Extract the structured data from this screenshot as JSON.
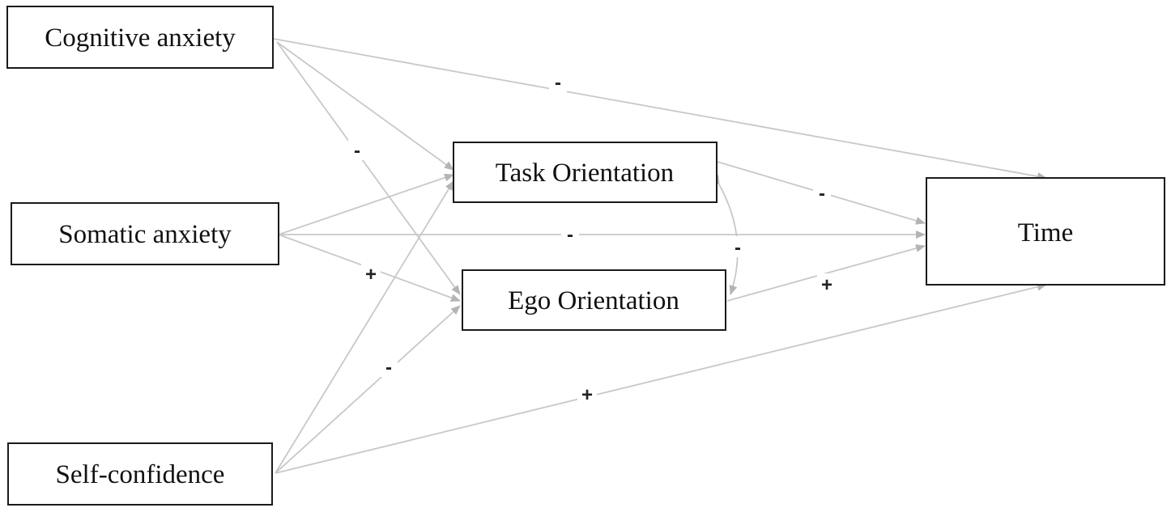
{
  "nodes": {
    "cognitive": "Cognitive anxiety",
    "somatic": "Somatic anxiety",
    "selfconf": "Self-confidence",
    "task": "Task Orientation",
    "ego": "Ego Orientation",
    "time": "Time"
  },
  "signs": {
    "cog_time": "-",
    "cog_ego": "-",
    "task_time": "-",
    "som_time": "-",
    "task_ego": "-",
    "som_ego": "+",
    "ego_time": "+",
    "self_ego": "-",
    "self_time": "+"
  },
  "colors": {
    "edge": "#c8c8c8",
    "box_border": "#1a1a1a"
  }
}
